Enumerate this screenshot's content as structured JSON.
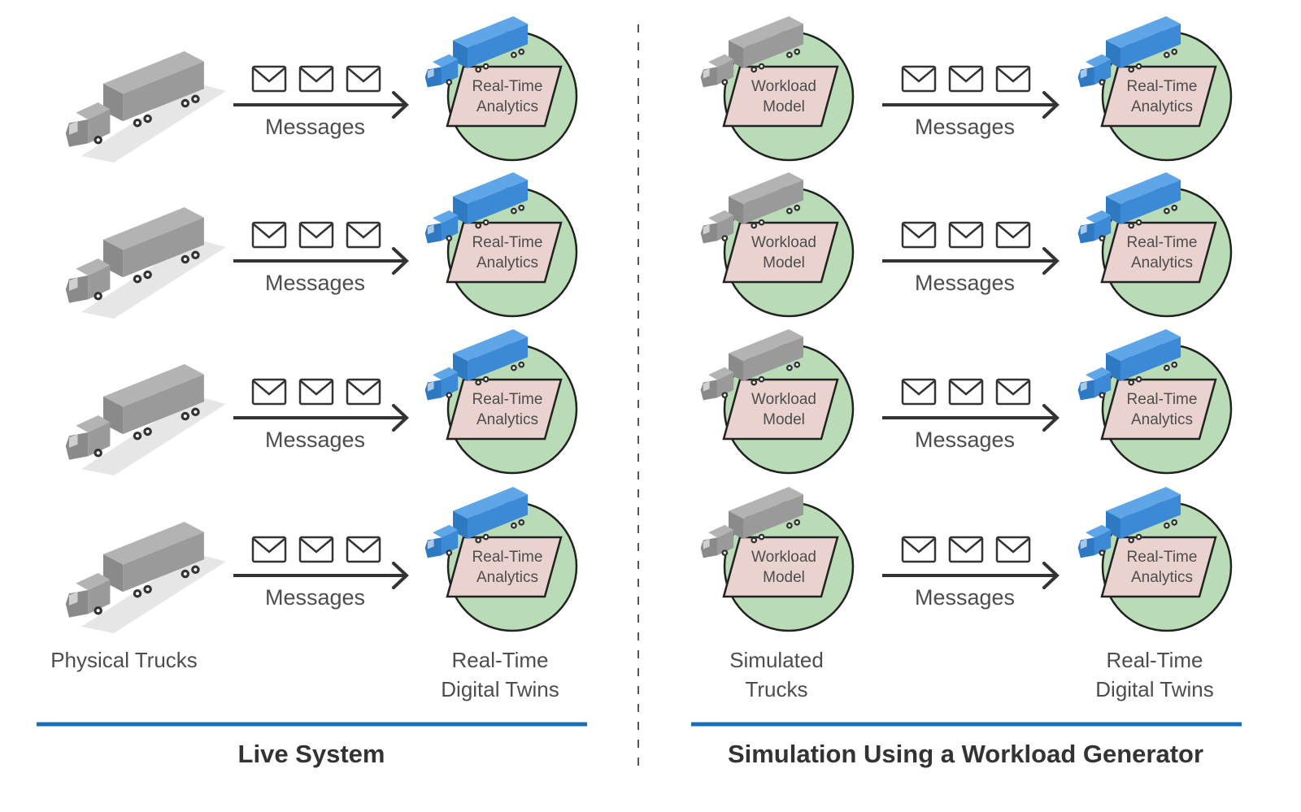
{
  "left_panel": {
    "source_label": "Physical Trucks",
    "target_label_line1": "Real-Time",
    "target_label_line2": "Digital Twins",
    "title": "Live System"
  },
  "right_panel": {
    "source_label_line1": "Simulated",
    "source_label_line2": "Trucks",
    "target_label_line1": "Real-Time",
    "target_label_line2": "Digital Twins",
    "title": "Simulation Using a Workload Generator"
  },
  "messages_label": "Messages",
  "analytics_label_line1": "Real-Time",
  "analytics_label_line2": "Analytics",
  "model_label_line1": "Workload",
  "model_label_line2": "Model",
  "rows": 4,
  "envelopes_per_arrow": 3,
  "colors": {
    "accent_line": "#1a6fb8",
    "twin_circle": "#b9dcb7",
    "analytics_box": "#ead3ce",
    "twin_truck": "#4a90d9",
    "physical_truck": "#a6a6a6",
    "text": "#4d4d4d"
  }
}
